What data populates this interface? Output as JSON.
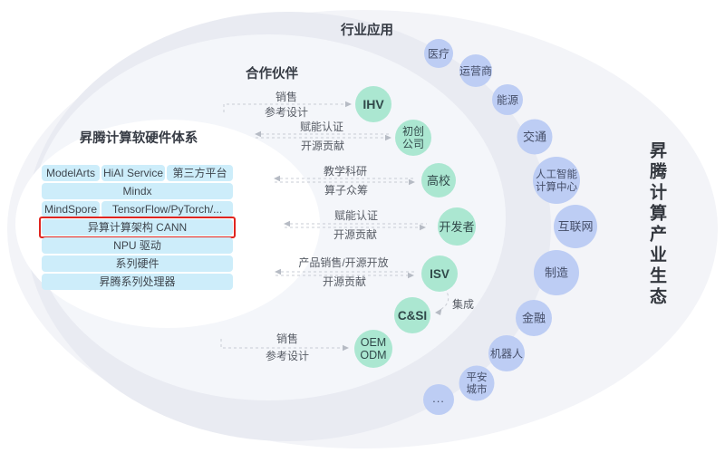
{
  "regions": {
    "industry_label": "行业应用",
    "partners_label": "合作伙伴",
    "ecosystem_label": "昇腾计算产业生态"
  },
  "stack": {
    "title": "昇腾计算软硬件体系",
    "row1": [
      "ModelArts",
      "HiAI Service",
      "第三方平台"
    ],
    "row2": "Mindx",
    "row3": [
      "MindSpore",
      "TensorFlow/PyTorch/..."
    ],
    "row4_highlighted": "异算计算架构 CANN",
    "row5": "NPU 驱动",
    "row6": "系列硬件",
    "row7": "昇腾系列处理器"
  },
  "partners": {
    "ihv": "IHV",
    "startup_l1": "初创",
    "startup_l2": "公司",
    "university": "高校",
    "developer": "开发者",
    "isv": "ISV",
    "csi": "C&SI",
    "oem_l1": "OEM",
    "oem_l2": "ODM"
  },
  "industries": {
    "healthcare": "医疗",
    "carrier": "运营商",
    "energy": "能源",
    "transport": "交通",
    "aicc_l1": "人工智能",
    "aicc_l2": "计算中心",
    "internet": "互联网",
    "manufacturing": "制造",
    "finance": "金融",
    "robotics": "机器人",
    "safecity_l1": "平安",
    "safecity_l2": "城市",
    "more": "..."
  },
  "arrows": {
    "ihv_top": "销售",
    "ihv_bottom": "参考设计",
    "startup_top": "赋能认证",
    "startup_bottom": "开源贡献",
    "university_top": "教学科研",
    "university_bottom": "算子众筹",
    "developer_top": "赋能认证",
    "developer_bottom": "开源贡献",
    "isv_top": "产品销售/开源开放",
    "isv_bottom": "开源贡献",
    "oem_top": "销售",
    "oem_bottom": "参考设计",
    "integration": "集成"
  },
  "colors": {
    "partner_circle": "#abe7d1",
    "industry_circle": "#bdcdf4",
    "stack_box": "#cdedfa",
    "highlight_border": "#e0251f",
    "outer_ring": "#f3f4f8",
    "industry_ring": "#e9ebf2",
    "partner_ring": "#f4f6fa",
    "inner_circle": "#ffffff"
  }
}
